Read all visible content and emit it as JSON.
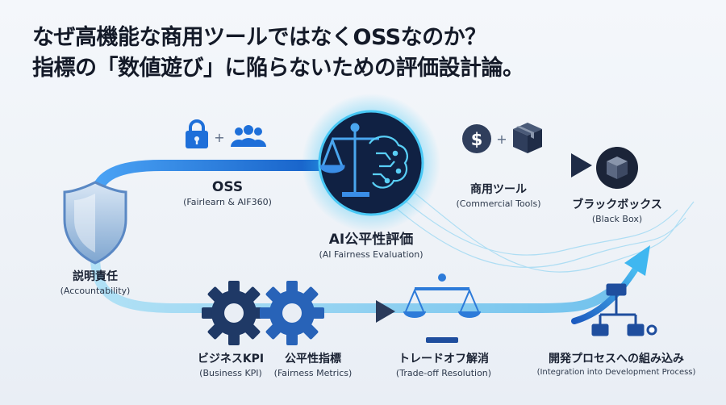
{
  "title": {
    "line1": "なぜ高機能な商用ツールではなくOSSなのか？",
    "line2": "指標の「数値遊び」に陥らないための評価設計論。"
  },
  "nodes": {
    "oss": {
      "jp": "OSS",
      "en": "(Fairlearn & AIF360)"
    },
    "center": {
      "jp": "AI公平性評価",
      "en": "(AI Fairness Evaluation)"
    },
    "commercial": {
      "jp": "商用ツール",
      "en": "(Commercial Tools)"
    },
    "blackbox": {
      "jp": "ブラックボックス",
      "en": "(Black Box)"
    },
    "accountability": {
      "jp": "説明責任",
      "en": "(Accountability)"
    },
    "business_kpi": {
      "jp": "ビジネスKPI",
      "en": "(Business KPI)"
    },
    "fairness_metrics": {
      "jp": "公平性指標",
      "en": "(Fairness Metrics)"
    },
    "tradeoff": {
      "jp": "トレードオフ解消",
      "en": "(Trade-off Resolution)"
    },
    "integration": {
      "jp": "開発プロセスへの組み込み",
      "en": "(Integration into Development Process)"
    }
  },
  "symbols": {
    "plus": "+",
    "dollar": "$"
  },
  "colors": {
    "blue": "#1e6fd9",
    "navy": "#1d2d4e",
    "cyan": "#3fc7f0",
    "dark": "#2f3e5c"
  }
}
